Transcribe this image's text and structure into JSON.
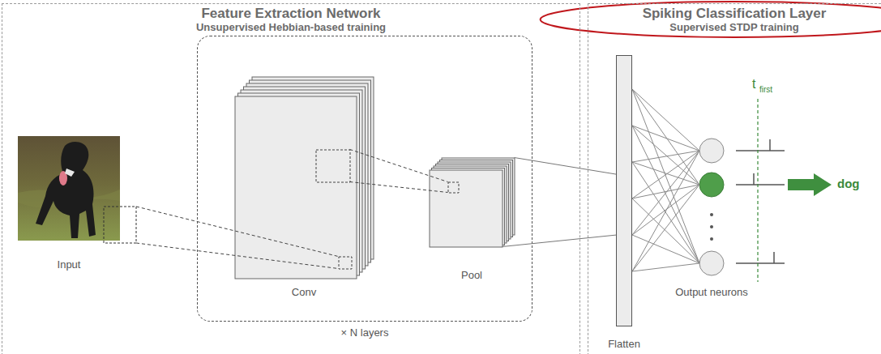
{
  "diagram": {
    "nodes": [
      {
        "text": [
          "Feature Extraction Network",
          "Unsupervised Hebbian-based training"
        ]
      },
      {
        "text": [
          "Input"
        ],
        "in": 0
      },
      {
        "text": [
          "× N layers"
        ],
        "in": 0
      },
      {
        "text": [
          "Conv"
        ],
        "in": 2
      },
      {
        "text": [
          "Pool"
        ],
        "in": 2
      },
      {
        "text": [
          "Spiking Classification Layer",
          "Supervised STDP training"
        ]
      },
      {
        "text": [
          "Flatten"
        ],
        "in": 5
      },
      {
        "text": [
          "Output neurons"
        ],
        "in": 5
      }
    ],
    "edges": [
      {
        "from": 1,
        "to": 3,
        "arrow": "none"
      },
      {
        "from": 3,
        "to": 4,
        "arrow": "none"
      },
      {
        "from": 4,
        "to": 6,
        "arrow": "none"
      },
      {
        "from": 6,
        "to": 7,
        "arrow": "none"
      }
    ],
    "labels": [
      "t",
      "first",
      "dog"
    ]
  }
}
